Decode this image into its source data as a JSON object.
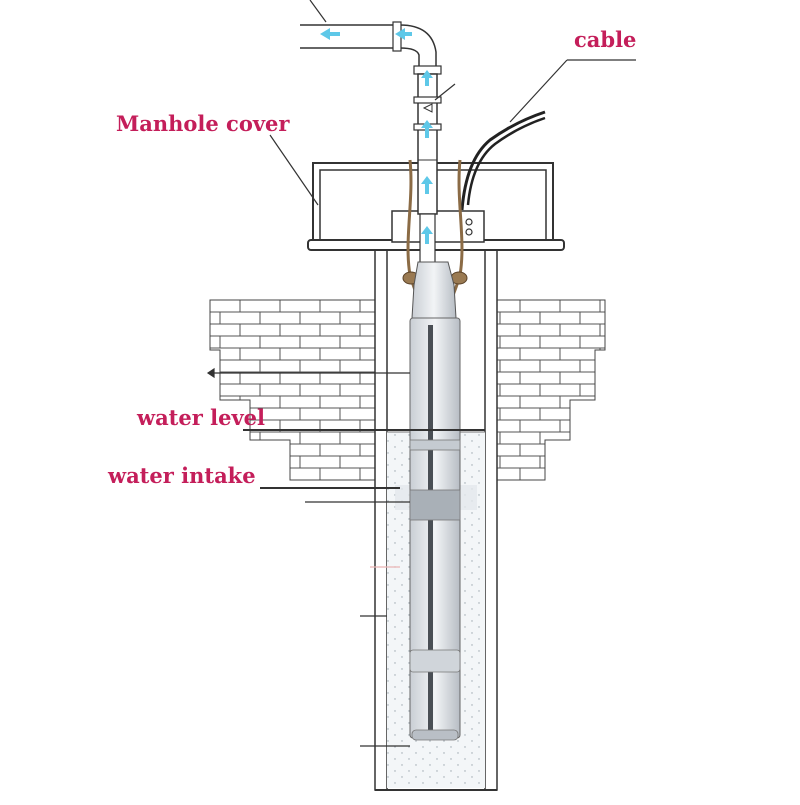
{
  "labels": {
    "cable": "cable",
    "manhole_cover": "Manhole cover",
    "water_level": "water level",
    "water_intake": "water intake"
  },
  "colors": {
    "label": "#c41e5a",
    "line": "#333333",
    "flow_arrow": "#5ec8e8",
    "water": "#eef3f6",
    "pump_body": "#dde2e7",
    "rope": "#8b6b45"
  },
  "icons": {
    "flow": "up-arrow-icon"
  }
}
